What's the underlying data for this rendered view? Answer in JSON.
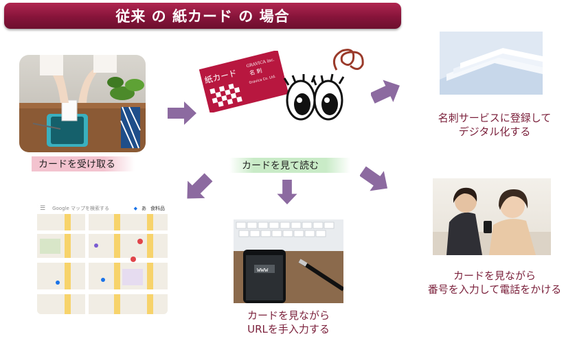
{
  "header": {
    "title": "従来 の 紙カード の 場合"
  },
  "steps": {
    "receive": "カードを受け取る",
    "read": "カードを見て読む",
    "service": [
      "名刺サービスに登録して",
      "デジタル化する"
    ],
    "phone": [
      "カードを見ながら",
      "番号を入力して電話をかける"
    ],
    "url": [
      "カードを見ながら",
      "URLを手入力する"
    ]
  },
  "card": {
    "tag": "紙カード",
    "company": "GRAVICA inc.",
    "name": "名 刺",
    "sub": "Gravica Co. Ltd.",
    "website": "www"
  },
  "map": {
    "placeholder": "Google マップを検索する",
    "top_label": "あ",
    "food_label": "食料品"
  },
  "colors": {
    "banner": "#8a1538",
    "arrow": "#8c6aa0",
    "text": "#7a1f3a",
    "card": "#b8173f",
    "ribbon_pink": "#f3c3cf",
    "ribbon_green": "#c9ebc7"
  }
}
